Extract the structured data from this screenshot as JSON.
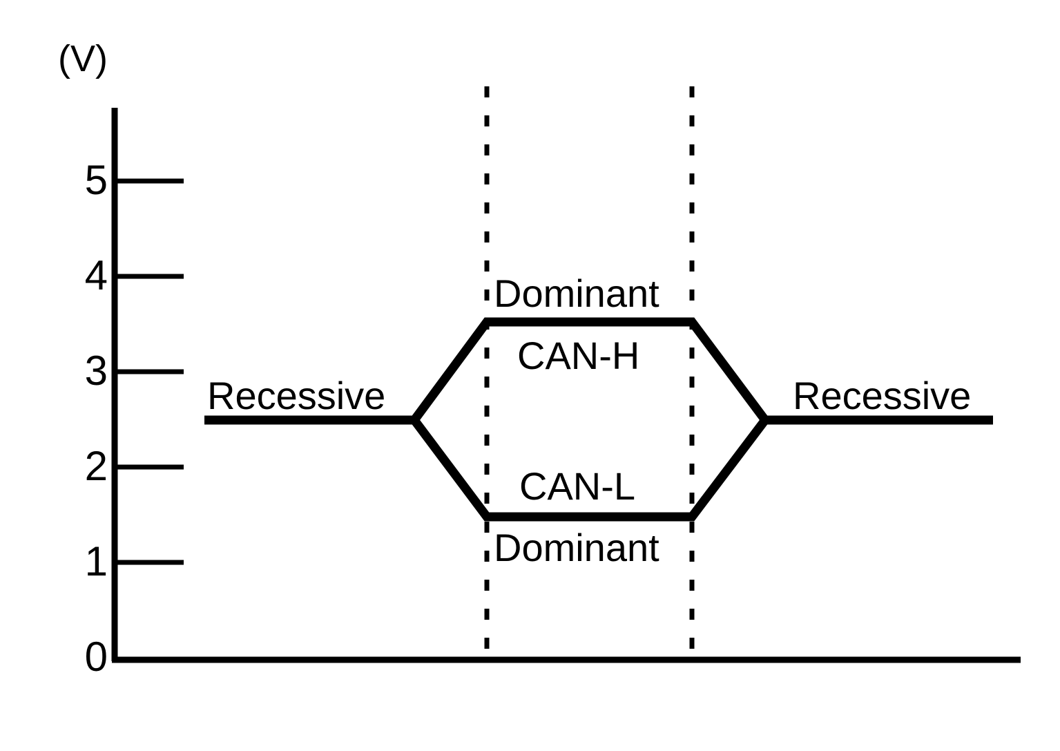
{
  "figure": {
    "unit_label": "(V)",
    "background_color": "#ffffff",
    "line_color": "#000000"
  },
  "chart_data": {
    "type": "line",
    "title": "",
    "xlabel": "",
    "ylabel": "(V)",
    "ylim": [
      0,
      5.7
    ],
    "yticks": [
      0,
      1,
      2,
      3,
      4,
      5
    ],
    "ytick_labels": [
      "0",
      "1",
      "2",
      "3",
      "4",
      "5"
    ],
    "grid": false,
    "legend": "none",
    "series": [
      {
        "name": "CAN-H",
        "values": [
          2.5,
          2.5,
          3.5,
          3.5,
          2.5,
          2.5
        ],
        "x": [
          0.0,
          0.33,
          0.41,
          0.72,
          0.8,
          1.0
        ]
      },
      {
        "name": "CAN-L",
        "values": [
          2.5,
          2.5,
          1.5,
          1.5,
          2.5,
          2.5
        ],
        "x": [
          0.0,
          0.33,
          0.41,
          0.72,
          0.8,
          1.0
        ]
      }
    ],
    "annotations": [
      {
        "text": "Recessive",
        "value": 2.5,
        "region": "left"
      },
      {
        "text": "Dominant",
        "value": 3.5,
        "region": "center-top"
      },
      {
        "text": "CAN-H",
        "value": 3.5,
        "region": "center-upper"
      },
      {
        "text": "CAN-L",
        "value": 1.5,
        "region": "center-lower"
      },
      {
        "text": "Dominant",
        "value": 1.5,
        "region": "center-bottom"
      },
      {
        "text": "Recessive",
        "value": 2.5,
        "region": "right"
      }
    ],
    "recessive_level": 2.5,
    "dominant_high_level": 3.5,
    "dominant_low_level": 1.5,
    "dashed_markers": [
      "dominant-start",
      "dominant-end"
    ]
  },
  "ytick_labels": {
    "t5": "5",
    "t4": "4",
    "t3": "3",
    "t2": "2",
    "t1": "1",
    "t0": "0"
  },
  "labels": {
    "recessive_left": "Recessive",
    "dominant_top": "Dominant",
    "can_h": "CAN-H",
    "can_l": "CAN-L",
    "dominant_bottom": "Dominant",
    "recessive_right": "Recessive"
  }
}
